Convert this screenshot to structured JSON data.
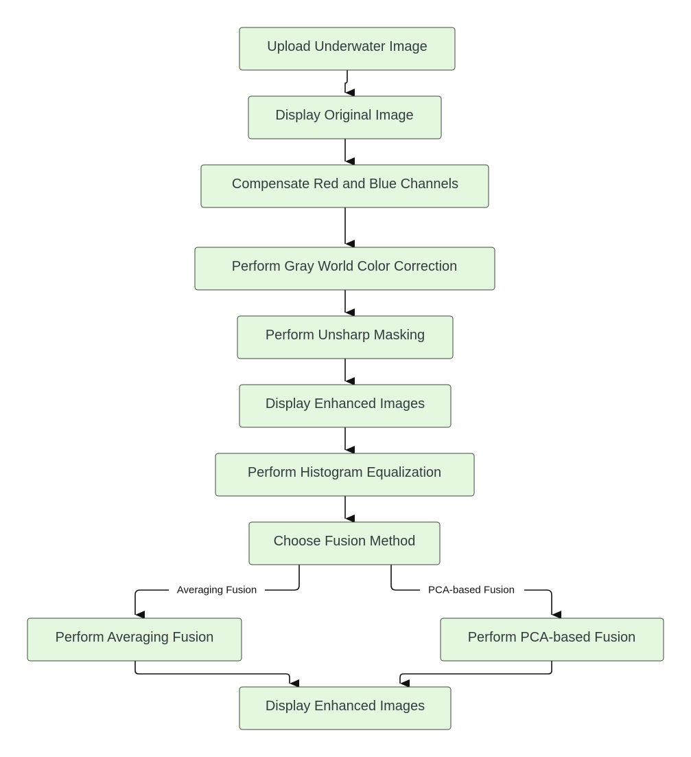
{
  "diagram": {
    "type": "flowchart",
    "colors": {
      "node_fill": "#e3f8df",
      "node_border": "#3d4a3a",
      "node_text": "#333b3f",
      "edge": "#111111"
    },
    "nodes": {
      "upload": "Upload Underwater Image",
      "display_original": "Display Original Image",
      "compensate": "Compensate Red and Blue Channels",
      "gray_world": "Perform Gray World Color Correction",
      "unsharp": "Perform Unsharp Masking",
      "display_enhanced": "Display Enhanced Images",
      "histogram": "Perform Histogram Equalization",
      "choose_fusion": "Choose Fusion Method",
      "averaging_fusion": "Perform Averaging Fusion",
      "pca_fusion": "Perform PCA-based Fusion",
      "display_final": "Display Enhanced Images"
    },
    "edges": [
      {
        "from": "upload",
        "to": "display_original",
        "label": ""
      },
      {
        "from": "display_original",
        "to": "compensate",
        "label": ""
      },
      {
        "from": "compensate",
        "to": "gray_world",
        "label": ""
      },
      {
        "from": "gray_world",
        "to": "unsharp",
        "label": ""
      },
      {
        "from": "unsharp",
        "to": "display_enhanced",
        "label": ""
      },
      {
        "from": "display_enhanced",
        "to": "histogram",
        "label": ""
      },
      {
        "from": "histogram",
        "to": "choose_fusion",
        "label": ""
      },
      {
        "from": "choose_fusion",
        "to": "averaging_fusion",
        "label": "Averaging Fusion"
      },
      {
        "from": "choose_fusion",
        "to": "pca_fusion",
        "label": "PCA-based Fusion"
      },
      {
        "from": "averaging_fusion",
        "to": "display_final",
        "label": ""
      },
      {
        "from": "pca_fusion",
        "to": "display_final",
        "label": ""
      }
    ],
    "edge_labels": {
      "averaging": "Averaging Fusion",
      "pca": "PCA-based Fusion"
    }
  }
}
